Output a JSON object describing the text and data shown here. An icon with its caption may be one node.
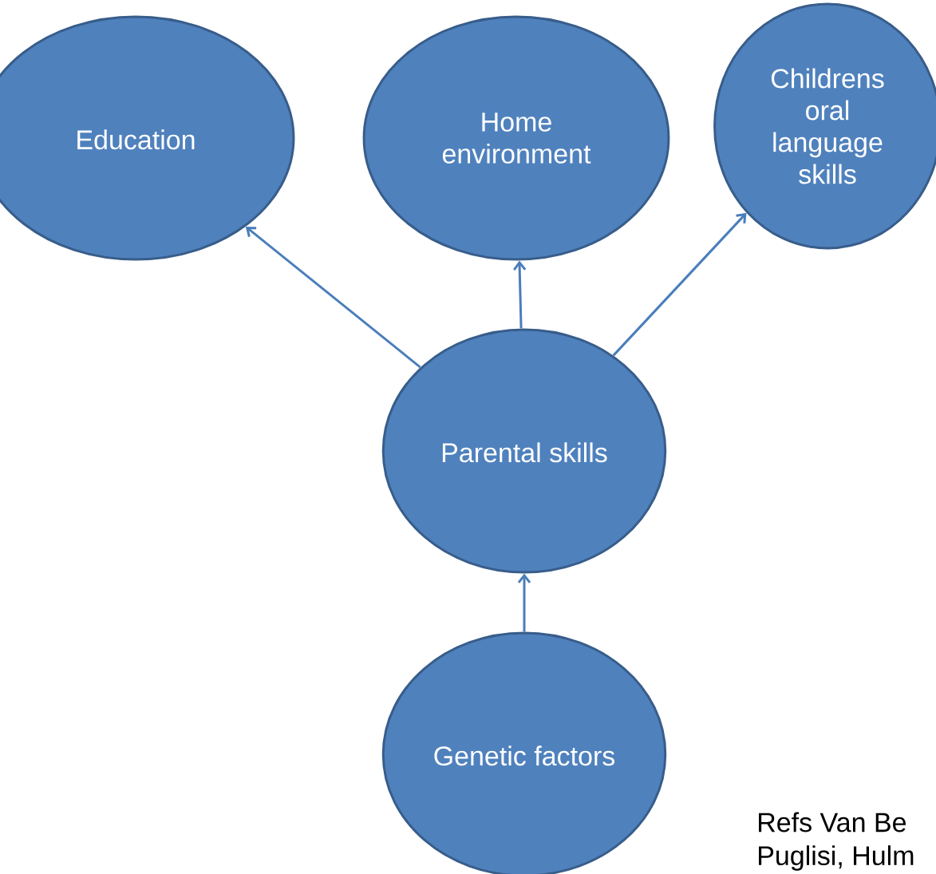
{
  "diagram": {
    "nodes": [
      {
        "text": [
          "Education"
        ]
      },
      {
        "text": [
          "Home environment"
        ]
      },
      {
        "text": [
          "Childrens oral language skills"
        ]
      },
      {
        "text": [
          "Parental skills"
        ]
      },
      {
        "text": [
          "Genetic factors"
        ]
      }
    ],
    "edges": [
      {
        "from": 3,
        "to": 0,
        "arrow": "to"
      },
      {
        "from": 3,
        "to": 1,
        "arrow": "to"
      },
      {
        "from": 3,
        "to": 2,
        "arrow": "to"
      },
      {
        "from": 4,
        "to": 3,
        "arrow": "to"
      }
    ],
    "labels": [
      "Refs Van Be",
      "Puglisi, Hulm"
    ]
  }
}
